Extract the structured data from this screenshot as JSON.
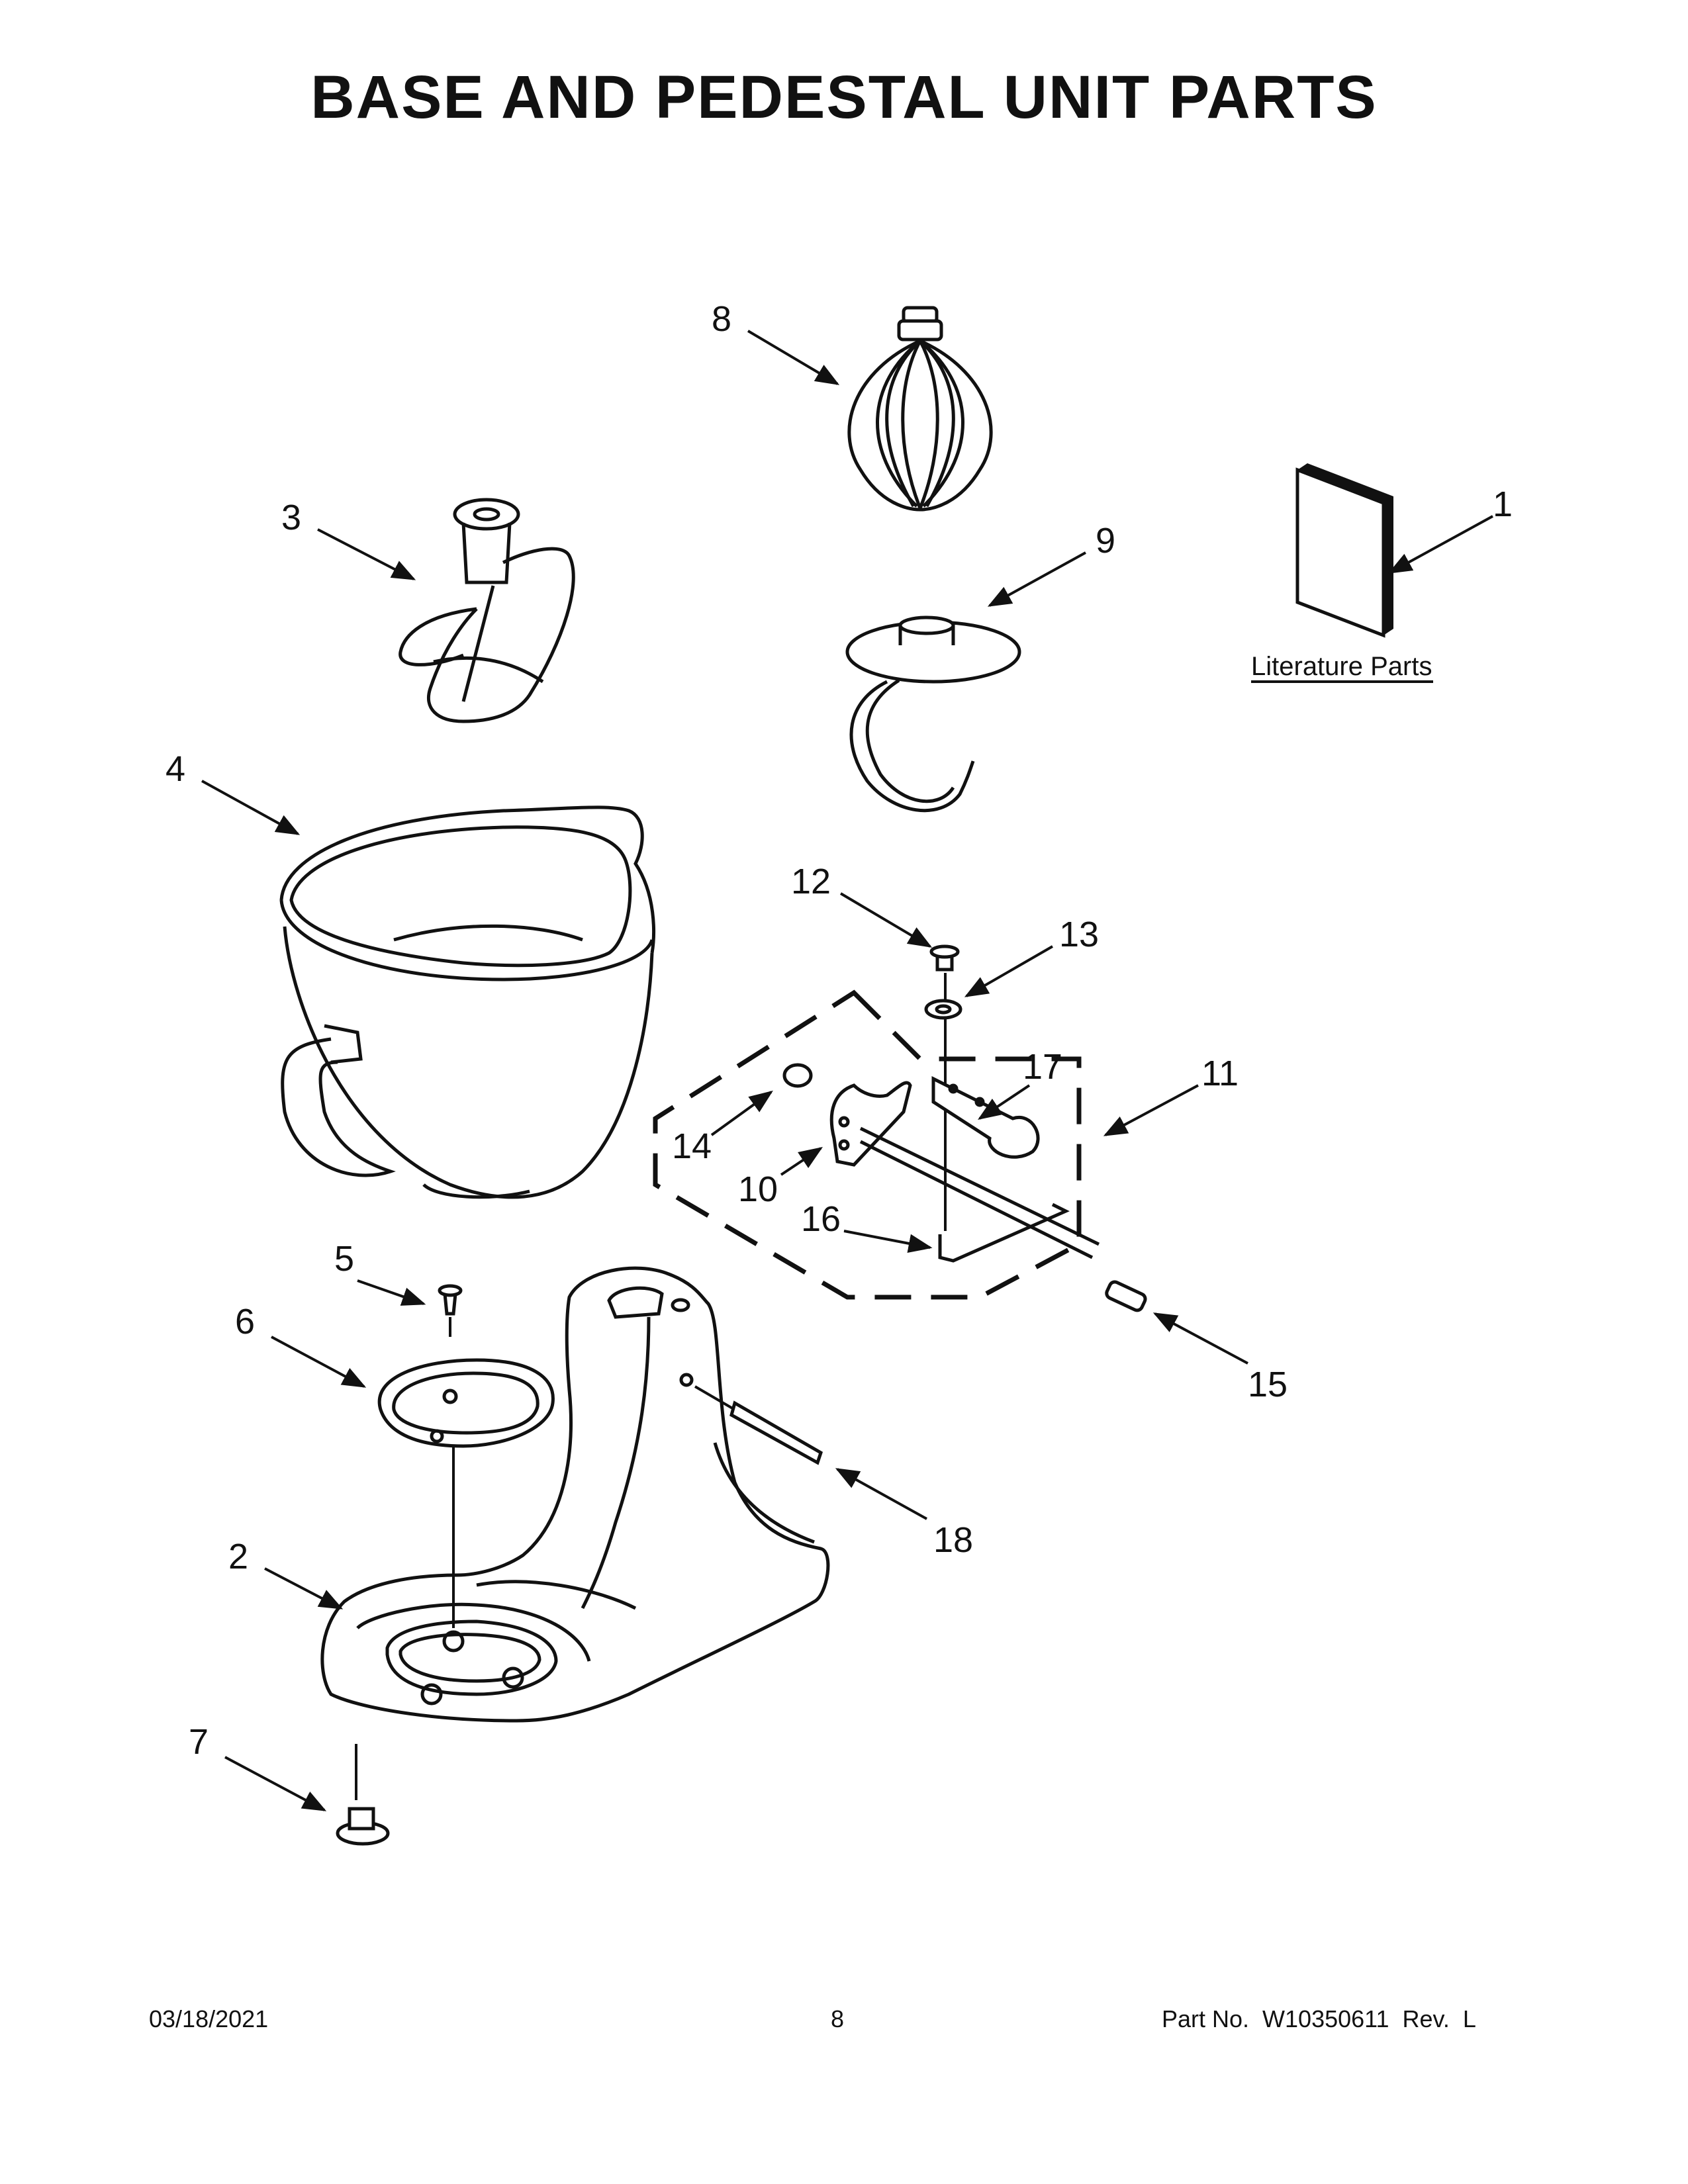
{
  "title": "BASE AND PEDESTAL UNIT PARTS",
  "literature_label": "Literature Parts",
  "callouts": [
    "1",
    "2",
    "3",
    "4",
    "5",
    "6",
    "7",
    "8",
    "9",
    "10",
    "11",
    "12",
    "13",
    "14",
    "15",
    "16",
    "17",
    "18"
  ],
  "footer": {
    "date": "03/18/2021",
    "page": "8",
    "part_no": "Part No.  W10350611  Rev.  L"
  }
}
